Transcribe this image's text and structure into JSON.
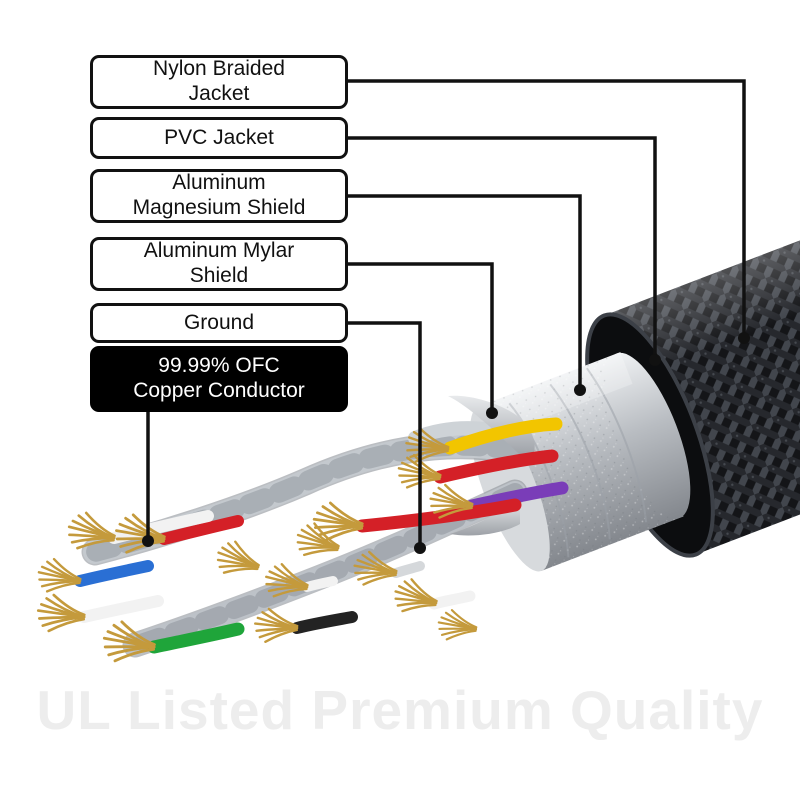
{
  "labels": [
    {
      "text": "Nylon Braided\nJacket"
    },
    {
      "text": "PVC Jacket"
    },
    {
      "text": "Aluminum\nMagnesium Shield"
    },
    {
      "text": "Aluminum Mylar\nShield"
    },
    {
      "text": "Ground"
    },
    {
      "text": "99.99% OFC\nCopper Conductor"
    }
  ],
  "watermark": "UL Listed Premium Quality",
  "colors": {
    "leader_line": "#111111",
    "label_border": "#111111",
    "label_bg": "#ffffff",
    "highlight_bg": "#000000",
    "highlight_text": "#ffffff",
    "braid": "#16171a",
    "pvc": "#0c0d0f",
    "foil": "#c9ccd1",
    "wire_yellow": "#f2c500",
    "wire_red": "#d42027",
    "wire_purple": "#7a3db8",
    "wire_green": "#1fa53a",
    "wire_blue": "#2a6fd4",
    "wire_white": "#f2f2f2",
    "wire_black": "#232323",
    "copper": "#c49a3c",
    "watermark_color": "#ededed"
  }
}
